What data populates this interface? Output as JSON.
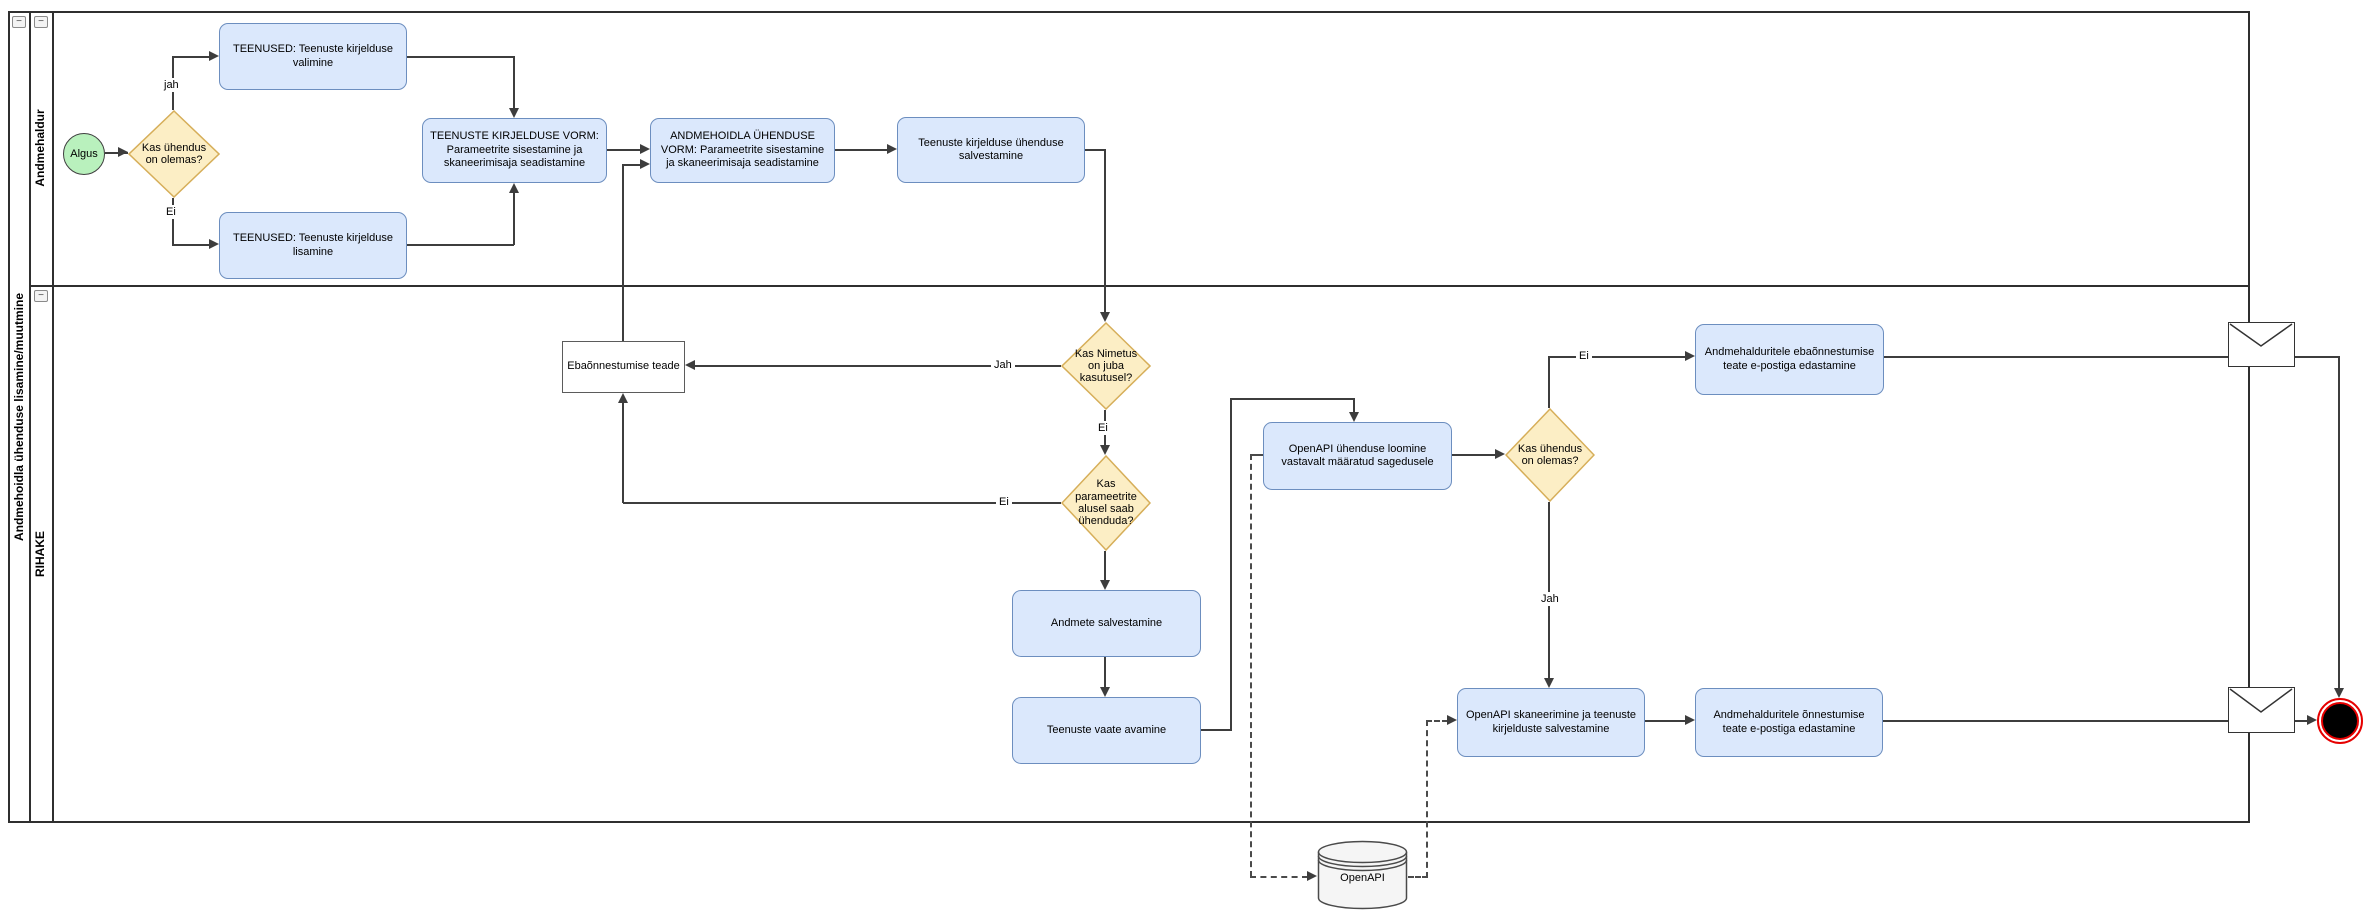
{
  "diagram": {
    "pool_label": "Andmehoidla ühenduse lisamine/muutmine",
    "lanes": [
      {
        "label": "Andmehaldur"
      },
      {
        "label": "RIHAKE"
      }
    ],
    "collapse_glyph": "−",
    "colors": {
      "task_fill": "#dbe8fc",
      "task_border": "#6c8ebf",
      "gateway_fill": "#fceec5",
      "gateway_border": "#d6ae59",
      "start_fill": "#b9f1bd",
      "end_ring": "#e60000",
      "line": "#3d3d3d",
      "cylinder_fill": "#f5f5f5"
    }
  },
  "nodes": {
    "start": {
      "label": "Algus"
    },
    "gw_uhendus1": {
      "label": "Kas ühendus on olemas?"
    },
    "act_valimine": {
      "label": "TEENUSED: Teenuste kirjelduse valimine"
    },
    "act_lisamine": {
      "label": "TEENUSED: Teenuste kirjelduse lisamine"
    },
    "act_teenuste_vorm": {
      "label": "TEENUSTE KIRJELDUSE VORM: Parameetrite sisestamine ja skaneerimisaja seadistamine"
    },
    "act_andmehoidla_vorm": {
      "label": "ANDMEHOIDLA ÜHENDUSE VORM: Parameetrite sisestamine ja skaneerimisaja seadistamine"
    },
    "act_salvestamine": {
      "label": "Teenuste kirjelduse ühenduse salvestamine"
    },
    "gw_nimetus": {
      "label": "Kas Nimetus on juba kasutusel?"
    },
    "box_ebaonnestumise": {
      "label": "Ebaõnnestumise teade"
    },
    "gw_parameetrite": {
      "label": "Kas parameetrite alusel saab ühenduda?"
    },
    "act_andmete_salvestamine": {
      "label": "Andmete salvestamine"
    },
    "act_vaate_avamine": {
      "label": "Teenuste vaate avamine"
    },
    "act_openapi_loomine": {
      "label": "OpenAPI ühenduse loomine vastavalt määratud sagedusele"
    },
    "gw_uhendus2": {
      "label": "Kas ühendus on olemas?"
    },
    "act_ebaonn_epost": {
      "label": "Andmehalduritele ebaõnnestumise teate e-postiga edastamine"
    },
    "act_openapi_skaneerimine": {
      "label": "OpenAPI skaneerimine ja teenuste kirjelduste salvestamine"
    },
    "act_onn_epost": {
      "label": "Andmehalduritele õnnestumise teate e-postiga edastamine"
    },
    "db_openapi": {
      "label": "OpenAPI"
    }
  },
  "edge_labels": {
    "gw1_yes": "jah",
    "gw1_no": "Ei",
    "gw2_yes": "Jah",
    "gw2_no": "Ei",
    "gw3_no": "Ei",
    "gw4_no": "Ei",
    "gw4_yes": "Jah"
  }
}
